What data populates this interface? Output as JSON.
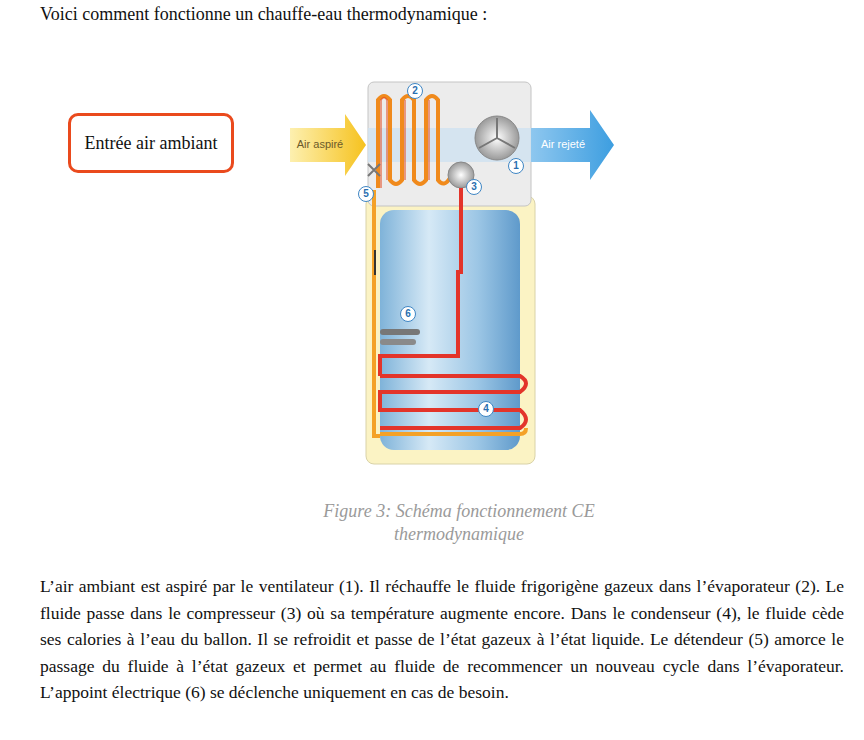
{
  "diagram": {
    "title": "Voici comment fonctionne un chauffe-eau thermodynamique :",
    "caption": "Figure 3: Schéma fonctionnement CE thermodynamique",
    "nodes": [
      {
        "text": [
          "Entrée air ambiant"
        ]
      }
    ],
    "labels": [
      "Air aspiré",
      "Air rejeté",
      "1",
      "2",
      "3",
      "4",
      "5",
      "6",
      "L’air ambiant est aspiré par le ventilateur (1). Il réchauffe le fluide frigorigène gazeux dans l’évaporateur (2). Le fluide passe dans le compresseur (3) où sa température augmente encore. Dans le condenseur (4), le fluide cède ses calories à l’eau du ballon. Il se refroidit et passe de l’état gazeux à l’état liquide. Le détendeur (5) amorce le passage du fluide à l’état gazeux et permet au fluide de recommencer un nouveau cycle dans l’évaporateur. L’appoint électrique (6) se déclenche uniquement en cas de besoin."
    ]
  }
}
